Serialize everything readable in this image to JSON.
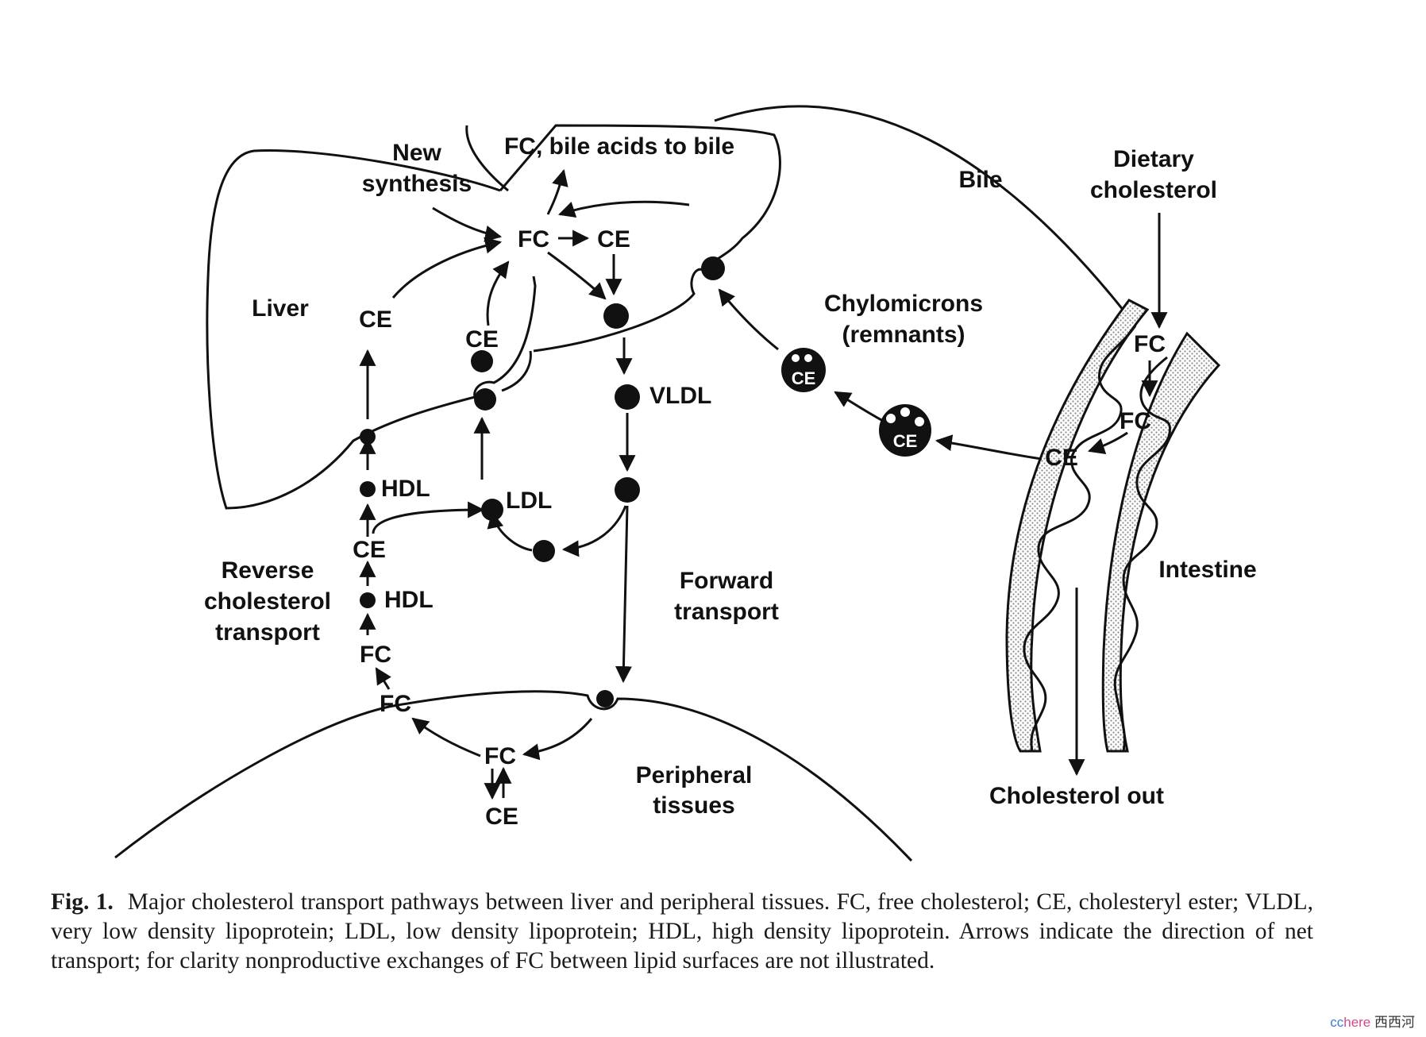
{
  "regions": {
    "liver": "Liver",
    "intestine": "Intestine",
    "peripheral": [
      "Peripheral",
      "tissues"
    ]
  },
  "labels": {
    "new_synthesis": [
      "New",
      "synthesis"
    ],
    "bile_out": "FC, bile acids to bile",
    "bile": "Bile",
    "dietary": [
      "Dietary",
      "cholesterol"
    ],
    "chylomicrons": [
      "Chylomicrons",
      "(remnants)"
    ],
    "reverse": [
      "Reverse",
      "cholesterol",
      "transport"
    ],
    "forward": [
      "Forward",
      "transport"
    ],
    "cholesterol_out": "Cholesterol out"
  },
  "liver_nodes": {
    "fc": "FC",
    "ce_top": "CE",
    "ce_left": "CE",
    "ce_mid": "CE"
  },
  "particles": {
    "vldl": "VLDL",
    "ldl": "LDL",
    "hdl_upper": "HDL",
    "hdl_lower": "HDL",
    "ce_between": "CE",
    "fc_upper": "FC",
    "fc_mid": "FC",
    "fc_periph": "FC",
    "ce_periph": "CE",
    "chylo_ce_1": "CE",
    "chylo_ce_2": "CE"
  },
  "intestine_nodes": {
    "fc_top": "FC",
    "fc_mid": "FC",
    "ce": "CE"
  },
  "caption": {
    "fig": "Fig. 1.",
    "text": "Major cholesterol transport pathways between liver and peripheral tissues. FC, free cholesterol; CE, cholesteryl ester; VLDL, very low density lipoprotein; LDL, low density lipoprotein; HDL, high density lipoprotein. Arrows indicate the direction of net transport; for clarity nonproductive exchanges of FC between lipid surfaces are not illustrated."
  },
  "watermark": {
    "a": "cc",
    "b": "here",
    "c": "西西河"
  }
}
